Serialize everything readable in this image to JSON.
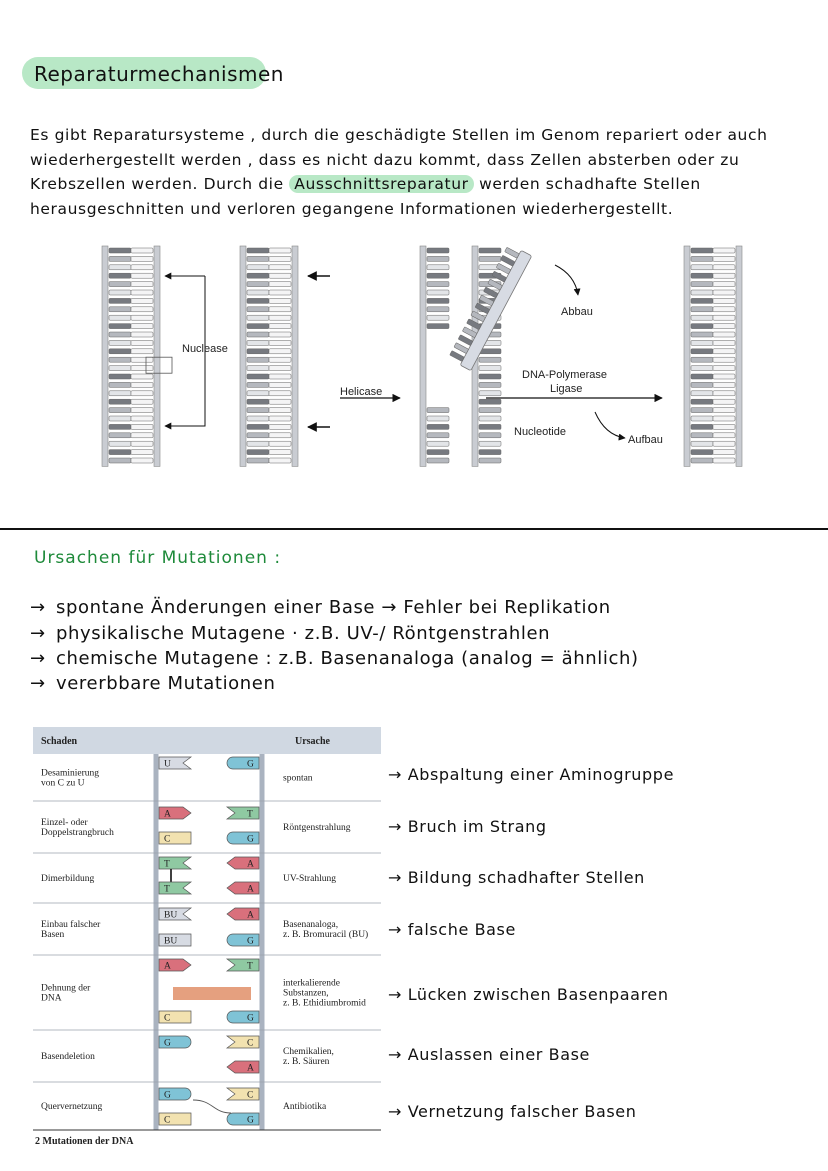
{
  "title": "Reparaturmechanismen",
  "intro": {
    "line1": "Es gibt Reparatursysteme , durch die geschädigte Stellen im Genom repariert oder auch",
    "line2": "wiederhergestellt werden , dass es nicht dazu kommt, dass Zellen absterben oder zu",
    "line3_a": "Krebszellen werden. Durch die ",
    "line3_hl": "Ausschnittsreparatur",
    "line3_b": " werden schadhafte Stellen",
    "line4": "herausgeschnitten und verloren gegangene Informationen wiederhergestellt."
  },
  "diagram": {
    "nuclease": "Nuclease",
    "helicase": "Helicase",
    "abbau": "Abbau",
    "polymerase": "DNA-Polymerase",
    "ligase": "Ligase",
    "nucleotide": "Nucleotide",
    "aufbau": "Aufbau"
  },
  "section2": {
    "title": "Ursachen für Mutationen :",
    "arrow": "→",
    "causes": [
      "spontane Änderungen einer Base → Fehler bei Replikation",
      "physikalische Mutagene · z.B. UV-/ Röntgenstrahlen",
      "chemische Mutagene : z.B. Basenanaloga (analog = ähnlich)",
      "vererbbare Mutationen"
    ]
  },
  "table": {
    "header_left": "Schaden",
    "header_right": "Ursache",
    "caption": "2 Mutationen der DNA",
    "rows": [
      {
        "damage": [
          "Desaminierung",
          "von C zu U"
        ],
        "cause": [
          "spontan"
        ]
      },
      {
        "damage": [
          "Einzel- oder",
          "Doppelstrangbruch"
        ],
        "cause": [
          "Röntgenstrahlung"
        ]
      },
      {
        "damage": [
          "Dimerbildung"
        ],
        "cause": [
          "UV-Strahlung"
        ]
      },
      {
        "damage": [
          "Einbau falscher",
          "Basen"
        ],
        "cause": [
          "Basenanaloga,",
          "z. B. Bromuracil (BU)"
        ]
      },
      {
        "damage": [
          "Dehnung der",
          "DNA"
        ],
        "cause": [
          "interkalierende",
          "Substanzen,",
          "z. B. Ethidiumbromid"
        ]
      },
      {
        "damage": [
          "Basendeletion"
        ],
        "cause": [
          "Chemikalien,",
          "z. B. Säuren"
        ]
      },
      {
        "damage": [
          "Quervernetzung"
        ],
        "cause": [
          "Antibiotika"
        ]
      }
    ],
    "bases": {
      "U": "U",
      "G": "G",
      "A": "A",
      "T": "T",
      "C": "C",
      "BU": "BU"
    }
  },
  "notes": [
    "→ Abspaltung einer Aminogruppe",
    "→ Bruch im Strang",
    "→ Bildung schadhafter Stellen",
    "→ falsche Base",
    "→ Lücken zwischen Basenpaaren",
    "→ Auslassen einer Base",
    "→ Vernetzung falscher Basen"
  ],
  "colors": {
    "highlight": "#b8e8c6",
    "section_title": "#1e8a3a",
    "base_A": "#d9707c",
    "base_T": "#8fc9a2",
    "base_G": "#7fc3d6",
    "base_C": "#f2e2b0",
    "base_U": "#d7dbe3",
    "intercalator": "#e5a07f"
  }
}
